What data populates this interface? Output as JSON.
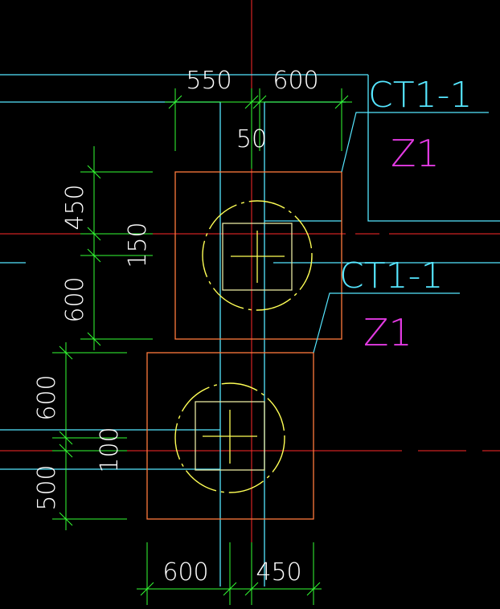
{
  "colors": {
    "background": "#000000",
    "axis": "#ff2a2a",
    "beam": "#55e6ff",
    "pile_cap": "#ff7a3c",
    "column": "#e6e6a0",
    "pile_circle": "#ffff55",
    "dimension": "#33ff33",
    "dimension_text": "#ffffff",
    "leader": "#55e6ff",
    "cap_label": "#55e6ff",
    "column_label": "#e23ae2"
  },
  "top_dimensions": {
    "left": "550",
    "right": "600",
    "gap": "50"
  },
  "left_dimensions_upper": {
    "top": "450",
    "middle": "150",
    "bottom": "600"
  },
  "left_dimensions_lower": {
    "top": "600",
    "middle": "100",
    "bottom": "500"
  },
  "bottom_dimensions": {
    "left": "600",
    "right": "450"
  },
  "labels": {
    "cap_upper": "CT1-1",
    "column_upper": "Z1",
    "cap_lower": "CT1-1",
    "column_lower": "Z1"
  }
}
